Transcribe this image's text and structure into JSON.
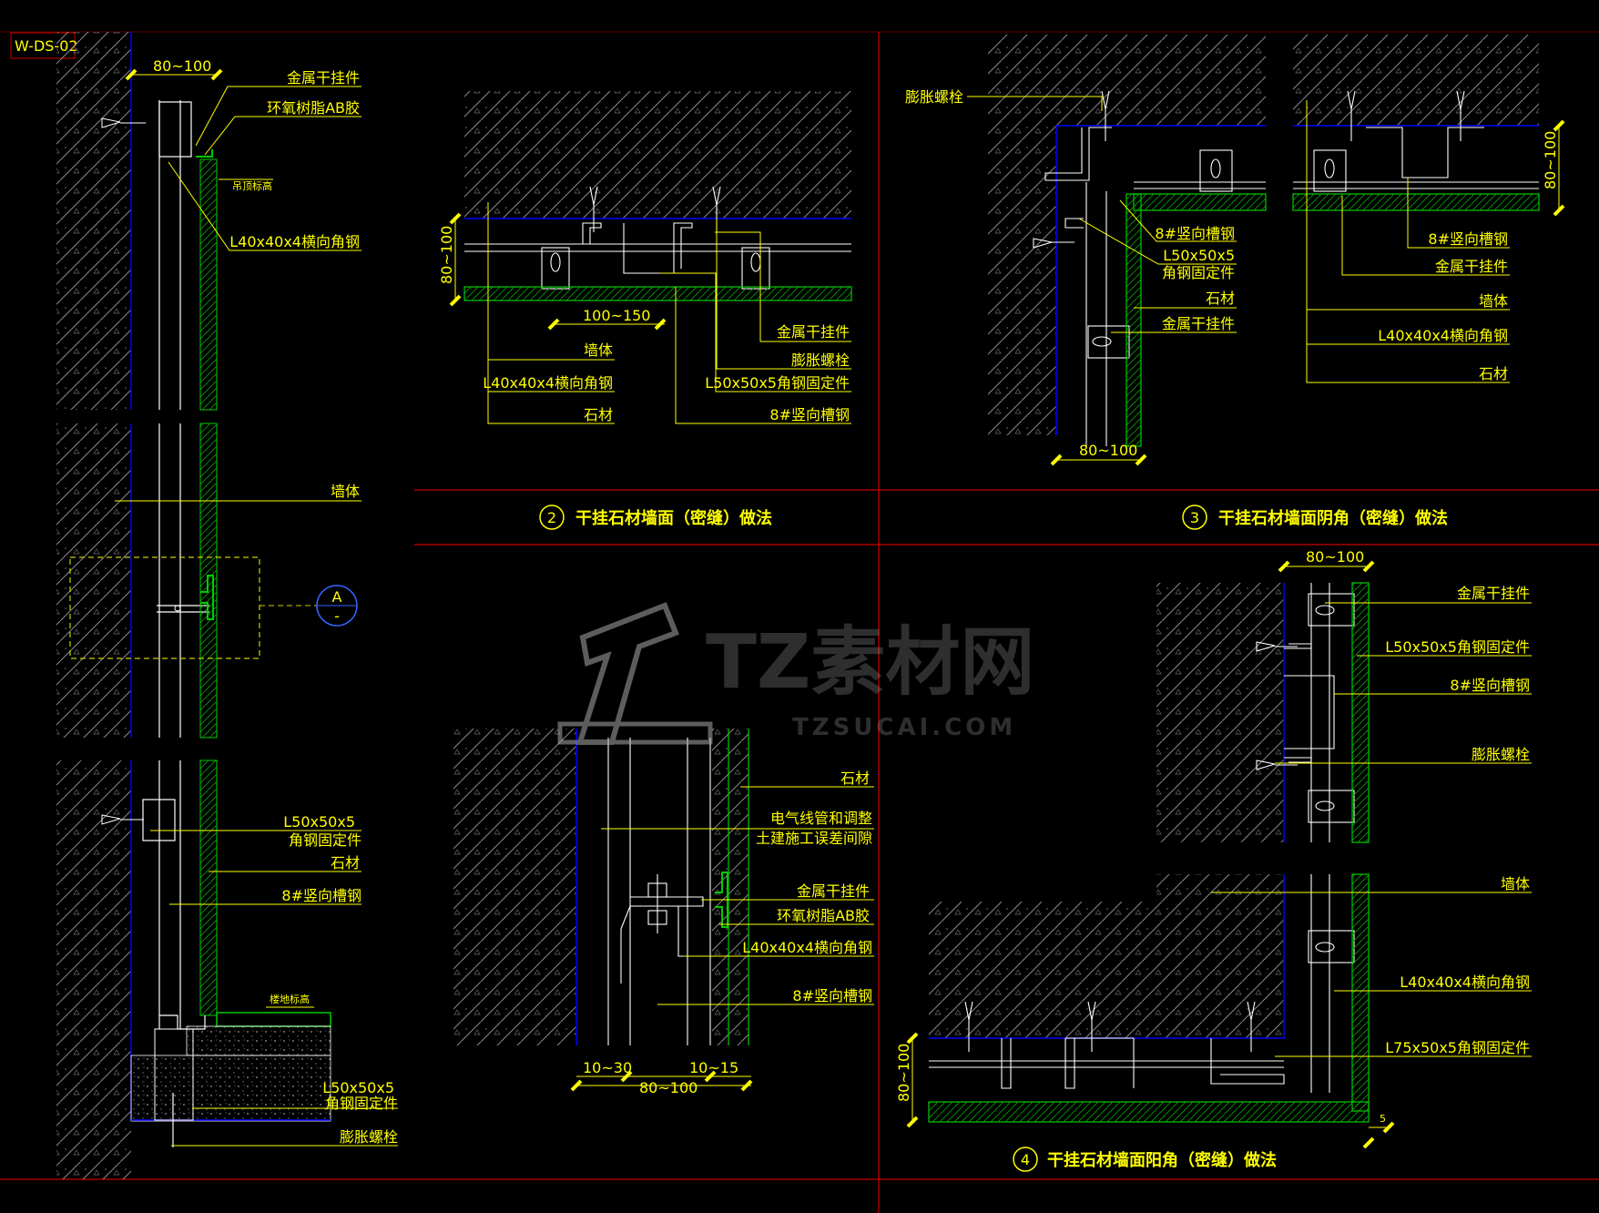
{
  "sheet_code": "W-DS-02",
  "sections": {
    "left": {
      "dim_top": "80~100",
      "labels": [
        "金属干挂件",
        "环氧树脂AB胶",
        "吊顶标高",
        "L40x40x4横向角钢",
        "墙体",
        "L50x50x5",
        "角钢固定件",
        "石材",
        "8#竖向槽钢",
        "楼地标高",
        "L50x50x5",
        "角钢固定件",
        "膨胀螺栓"
      ],
      "callout_letter": "A",
      "callout_sub": "-"
    },
    "detail2": {
      "number": "2",
      "title": "干挂石材墙面（密缝）做法",
      "dim_side": "80~100",
      "dim_bottom": "100~150",
      "labels": [
        "墙体",
        "L40x40x4横向角钢",
        "石材",
        "金属干挂件",
        "膨胀螺栓",
        "L50x50x5角钢固定件",
        "8#竖向槽钢"
      ]
    },
    "detail3": {
      "number": "3",
      "title": "干挂石材墙面阴角（密缝）做法",
      "dim_side": "80~100",
      "dim_bottom": "80~100",
      "labels": [
        "膨胀螺栓",
        "8#竖向槽钢",
        "L50x50x5",
        "角钢固定件",
        "石材",
        "金属干挂件",
        "8#竖向槽钢",
        "金属干挂件",
        "墙体",
        "L40x40x4横向角钢",
        "石材"
      ]
    },
    "detailA": {
      "dim_left": "10~30",
      "dim_mid": "80~100",
      "dim_right": "10~15",
      "labels": [
        "石材",
        "电气线管和调整",
        "土建施工误差间隙",
        "金属干挂件",
        "环氧树脂AB胶",
        "L40x40x4横向角钢",
        "8#竖向槽钢"
      ]
    },
    "detail4": {
      "number": "4",
      "title": "干挂石材墙面阳角（密缝）做法",
      "dim_top": "80~100",
      "dim_side": "80~100",
      "dim_corner": "5",
      "labels": [
        "金属干挂件",
        "L50x50x5角钢固定件",
        "8#竖向槽钢",
        "膨胀螺栓",
        "墙体",
        "L40x40x4横向角钢",
        "L75x50x5角钢固定件"
      ]
    }
  },
  "watermark": {
    "brand": "TZ素材网",
    "url": "TZSUCAI.COM"
  },
  "colors": {
    "background": "#000000",
    "text": "#ffff00",
    "frame": "#cc0000",
    "wall_line": "#0000ff",
    "stone": "#00cc00",
    "steel": "#ffffff",
    "hatch": "#8a8a8a"
  }
}
